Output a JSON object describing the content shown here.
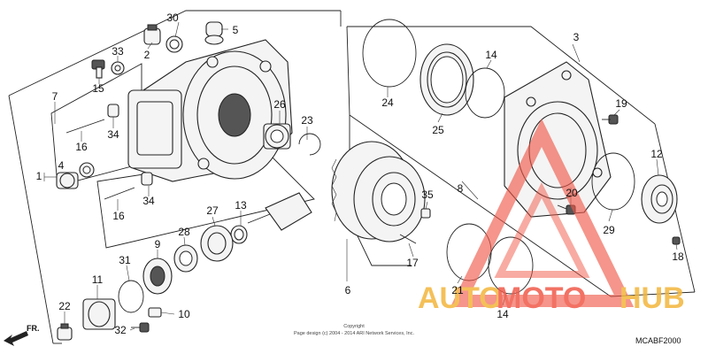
{
  "callouts": {
    "c1": "1",
    "c2": "2",
    "c3": "3",
    "c4": "4",
    "c5": "5",
    "c6": "6",
    "c7": "7",
    "c8": "8",
    "c9": "9",
    "c10": "10",
    "c11": "11",
    "c12": "12",
    "c13": "13",
    "c14a": "14",
    "c14b": "14",
    "c15": "15",
    "c16a": "16",
    "c16b": "16",
    "c17": "17",
    "c18": "18",
    "c19": "19",
    "c20": "20",
    "c21": "21",
    "c22": "22",
    "c23": "23",
    "c24": "24",
    "c25": "25",
    "c26": "26",
    "c27": "27",
    "c28": "28",
    "c29": "29",
    "c30": "30",
    "c31": "31",
    "c32": "32",
    "c33": "33",
    "c34a": "34",
    "c34b": "34",
    "c35": "35"
  },
  "watermark": {
    "text_a": "AUTO",
    "text_b": "MOTO",
    "text_c": "HUB",
    "color": "#f05a4a"
  },
  "copyright": {
    "line1": "Copyright",
    "line2": "Page design (c) 2004 - 2014 ARI Network Services, Inc."
  },
  "diagram_code": "MCABF2000",
  "direction": "FR."
}
